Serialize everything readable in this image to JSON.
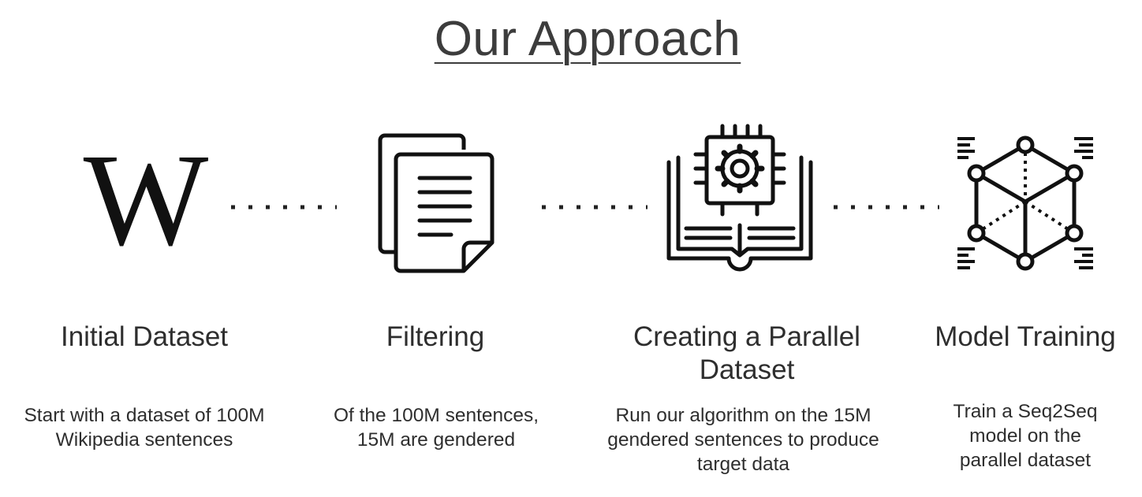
{
  "title": "Our Approach",
  "steps": [
    {
      "icon": "wikipedia-logo-icon",
      "logo_text": "W",
      "title": "Initial Dataset",
      "description": "Start with a dataset of 100M Wikipedia sentences"
    },
    {
      "icon": "documents-icon",
      "title": "Filtering",
      "description": "Of the 100M sentences, 15M are gendered"
    },
    {
      "icon": "book-chip-gear-icon",
      "title": "Creating a Parallel Dataset",
      "description": "Run our algorithm on the 15M gendered sentences to produce target data"
    },
    {
      "icon": "network-cube-icon",
      "title": "Model Training",
      "description": "Train a Seq2Seq model on the parallel dataset"
    }
  ],
  "connectors": 3
}
